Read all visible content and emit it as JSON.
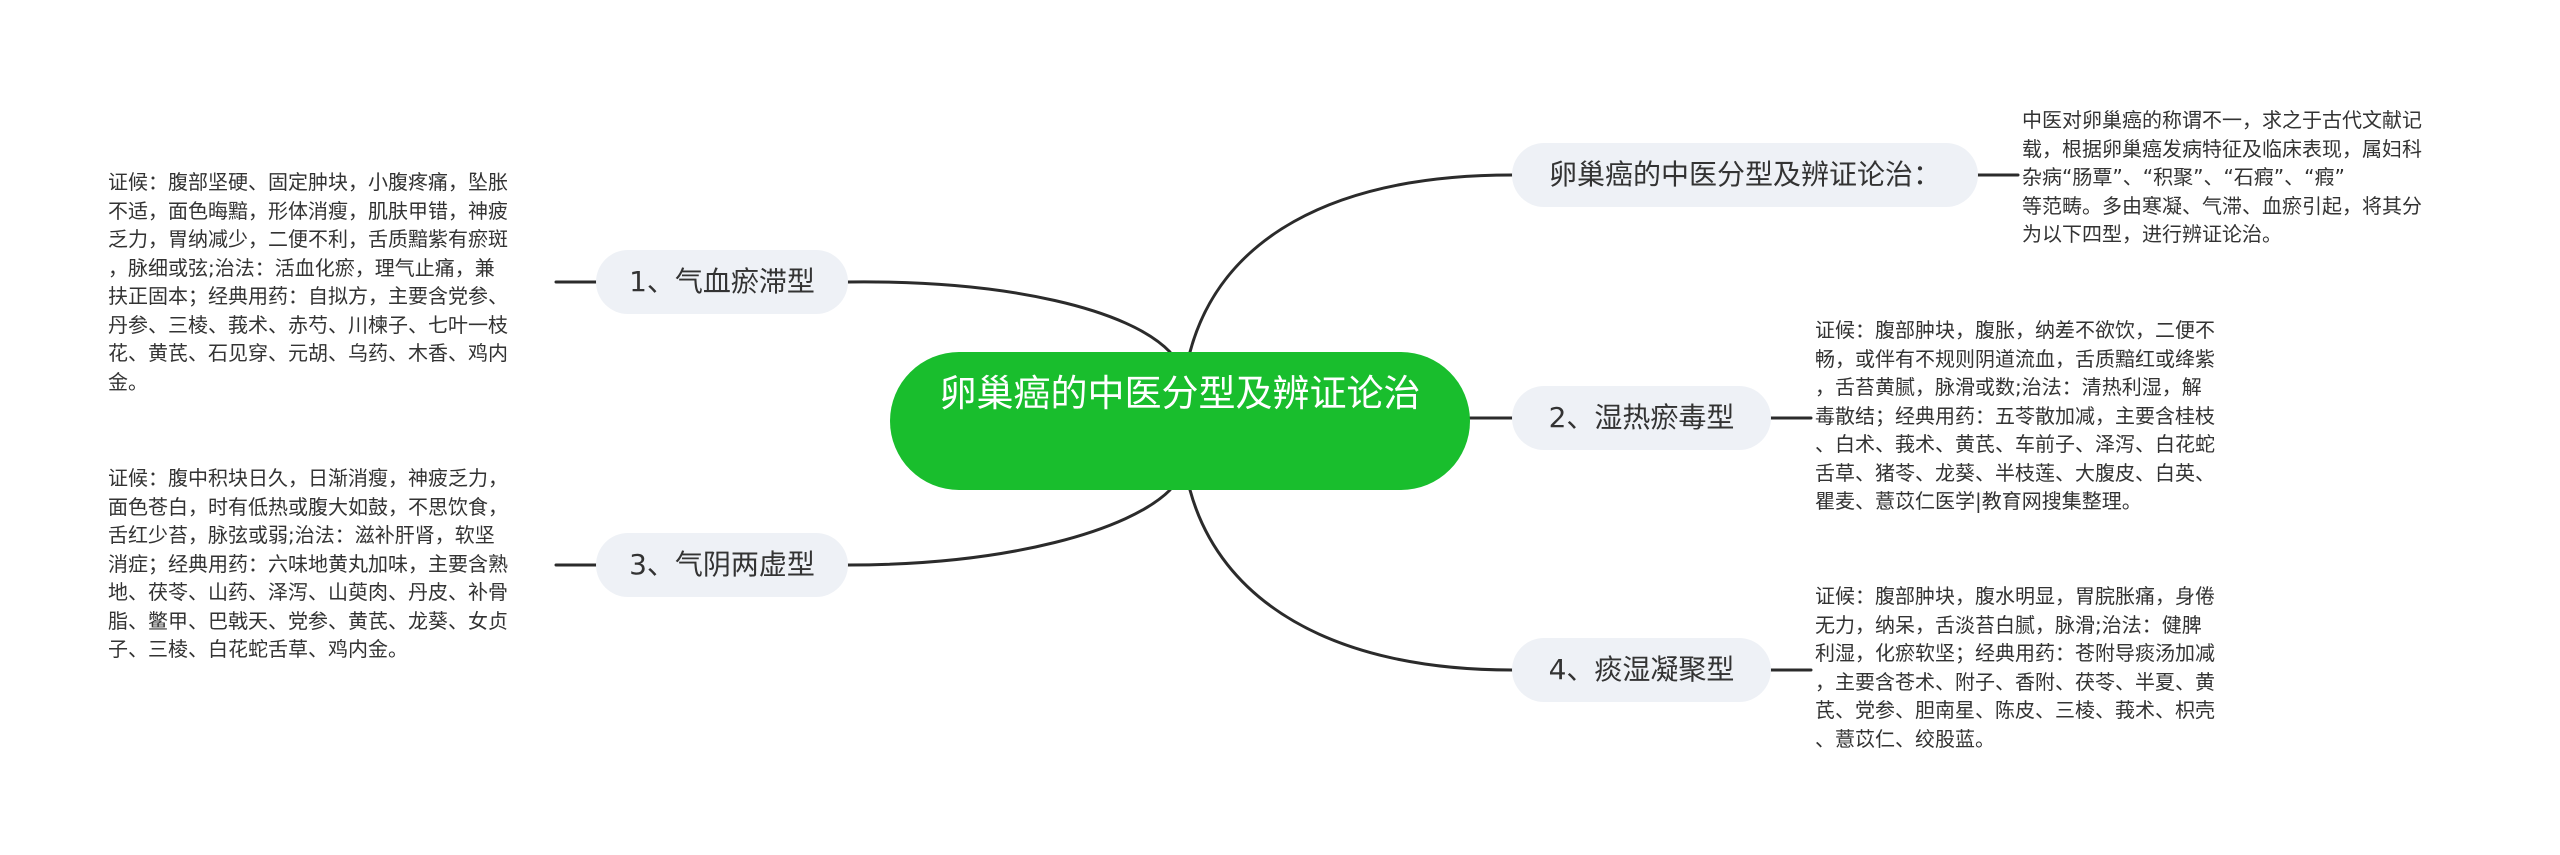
{
  "root": {
    "title": "卵巢癌的中医分型及辨证论治"
  },
  "branches": [
    {
      "label": "卵巢癌的中医分型及辨证论治：",
      "note": "中医对卵巢癌的称谓不一，求之于古代文献记\n载，根据卵巢癌发病特征及临床表现，属妇科\n杂病“肠覃”、“积聚”、“石瘕”、“瘕”\n等范畴。多由寒凝、气滞、血瘀引起，将其分\n为以下四型，进行辨证论治。"
    },
    {
      "label": "1、气血瘀滞型",
      "note": "证候：腹部坚硬、固定肿块，小腹疼痛，坠胀\n不适，面色晦黯，形体消瘦，肌肤甲错，神疲\n乏力，胃纳减少，二便不利，舌质黯紫有瘀斑\n，脉细或弦;治法：活血化瘀，理气止痛，兼\n扶正固本；经典用药：自拟方，主要含党参、\n丹参、三棱、莪术、赤芍、川楝子、七叶一枝\n花、黄芪、石见穿、元胡、乌药、木香、鸡内\n金。"
    },
    {
      "label": "2、湿热瘀毒型",
      "note": "证候：腹部肿块，腹胀，纳差不欲饮，二便不\n畅，或伴有不规则阴道流血，舌质黯红或绛紫\n，舌苔黄腻，脉滑或数;治法：清热利湿，解\n毒散结；经典用药：五苓散加减，主要含桂枝\n、白术、莪术、黄芪、车前子、泽泻、白花蛇\n舌草、猪苓、龙葵、半枝莲、大腹皮、白英、\n瞿麦、薏苡仁医学|教育网搜集整理。"
    },
    {
      "label": "3、气阴两虚型",
      "note": "证候：腹中积块日久，日渐消瘦，神疲乏力，\n面色苍白，时有低热或腹大如鼓，不思饮食，\n舌红少苔，脉弦或弱;治法：滋补肝肾，软坚\n消症；经典用药：六味地黄丸加味，主要含熟\n地、茯苓、山药、泽泻、山萸肉、丹皮、补骨\n脂、鳖甲、巴戟天、党参、黄芪、龙葵、女贞\n子、三棱、白花蛇舌草、鸡内金。"
    },
    {
      "label": "4、痰湿凝聚型",
      "note": "证候：腹部肿块，腹水明显，胃脘胀痛，身倦\n无力，纳呆，舌淡苔白腻，脉滑;治法：健脾\n利湿，化瘀软坚；经典用药：苍附导痰汤加减\n，主要含苍术、附子、香附、茯苓、半夏、黄\n芪、党参、胆南星、陈皮、三棱、莪术、枳壳\n、薏苡仁、绞股蓝。"
    }
  ]
}
